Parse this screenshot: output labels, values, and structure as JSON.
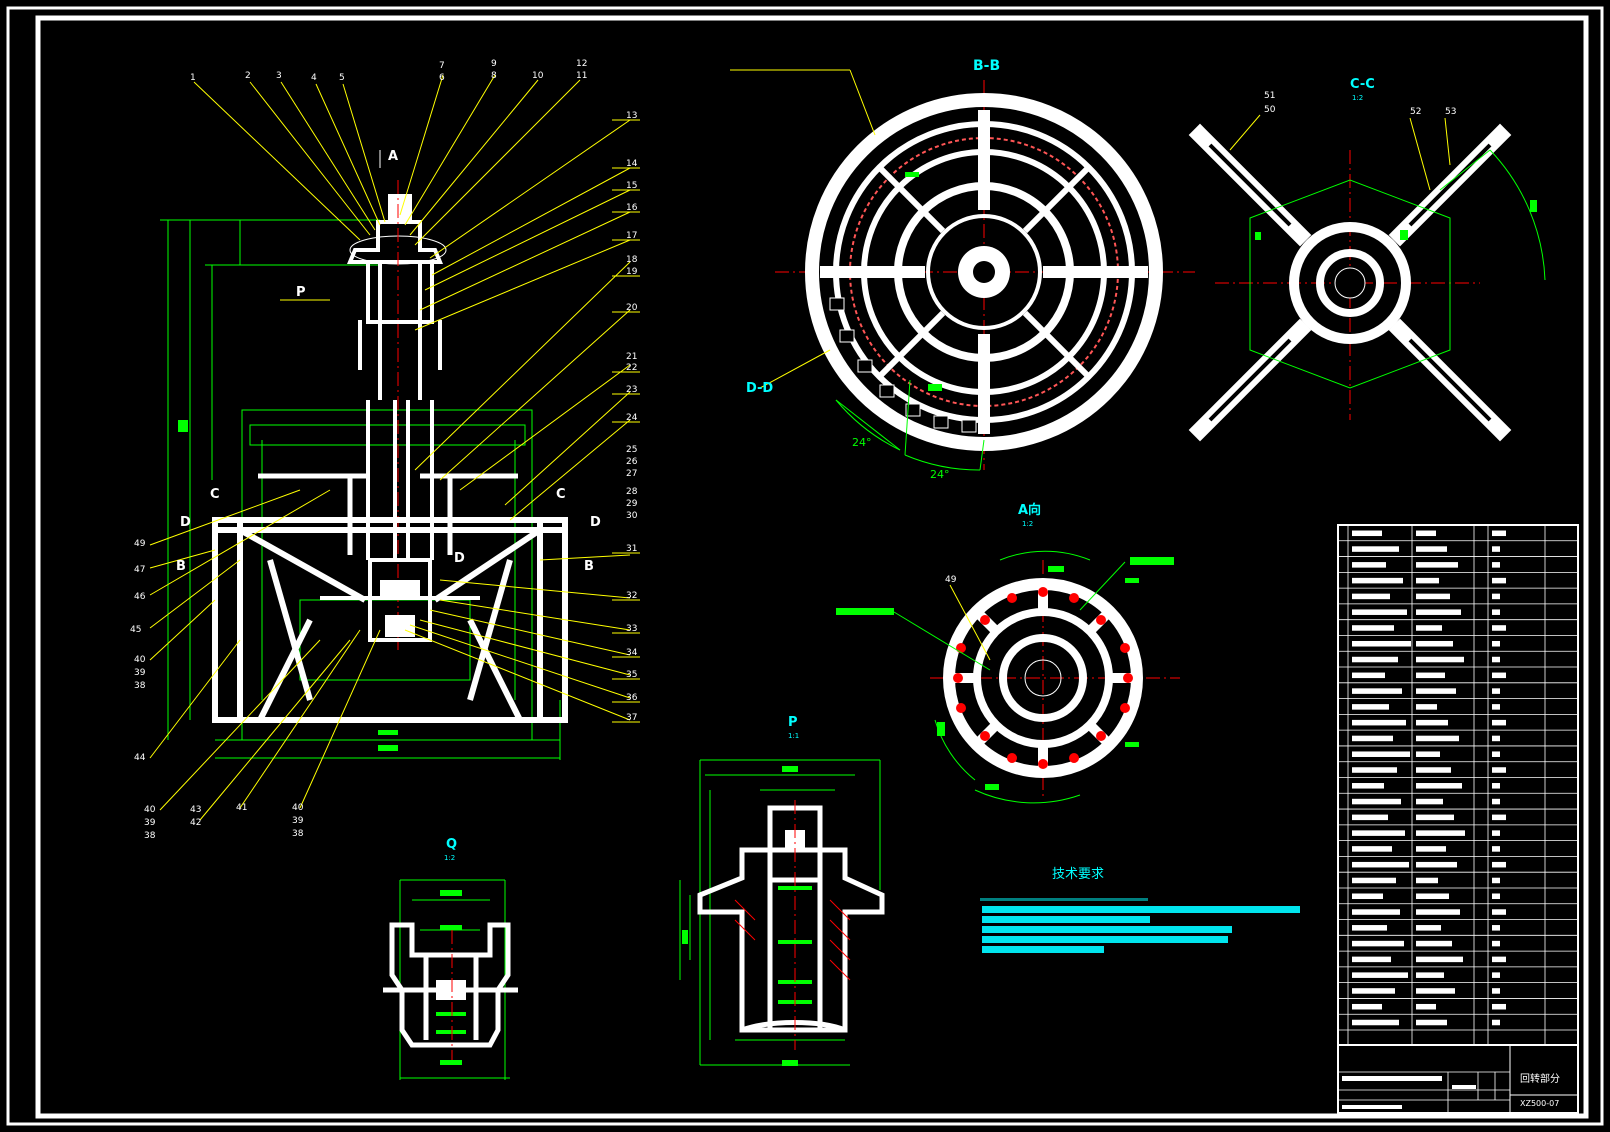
{
  "balloons_left": [
    "1",
    "2",
    "3",
    "4",
    "5",
    "7",
    "6",
    "9",
    "8",
    "10",
    "12",
    "11"
  ],
  "balloons_right": [
    "13",
    "14",
    "15",
    "16",
    "17",
    "18",
    "19",
    "20",
    "21",
    "22",
    "23",
    "24",
    "25",
    "26",
    "27",
    "28",
    "29",
    "30",
    "31",
    "32",
    "33",
    "34",
    "35",
    "36",
    "37"
  ],
  "balloons_leftcol": [
    "49",
    "47",
    "46",
    "45",
    "40",
    "39",
    "38",
    "44"
  ],
  "balloons_bottom": [
    "40",
    "39",
    "38",
    "43",
    "42",
    "41",
    "40",
    "39",
    "38"
  ],
  "section_labels": {
    "a_arrow": "A",
    "p_mark": "P",
    "c_left": "C",
    "c_right": "C",
    "d_left": "D",
    "d_right": "D",
    "b_left": "B",
    "b_right": "B",
    "d_center": "D"
  },
  "view_titles": {
    "bb": "B-B",
    "cc": "C-C",
    "cc_scale": "1:2",
    "a_view": "A向",
    "a_scale": "1:2",
    "dd": "D-D",
    "p_view": "P",
    "p_scale": "1:1",
    "q_view": "Q",
    "q_scale": "1:2"
  },
  "angles": [
    "24°",
    "24°"
  ],
  "balloons_cc": [
    "51",
    "50",
    "52",
    "53"
  ],
  "balloon_a": "49",
  "tech_title": "技术要求",
  "title_block": {
    "name": "回转部分",
    "drawing_no": "XZ500-07"
  },
  "colors": {
    "frame": "#ffffff",
    "part": "#ffffff",
    "dim": "#00ff00",
    "leader": "#ffff00",
    "label": "#00ffff",
    "center": "#ff0000",
    "tech_bar": "#00e5ee"
  }
}
